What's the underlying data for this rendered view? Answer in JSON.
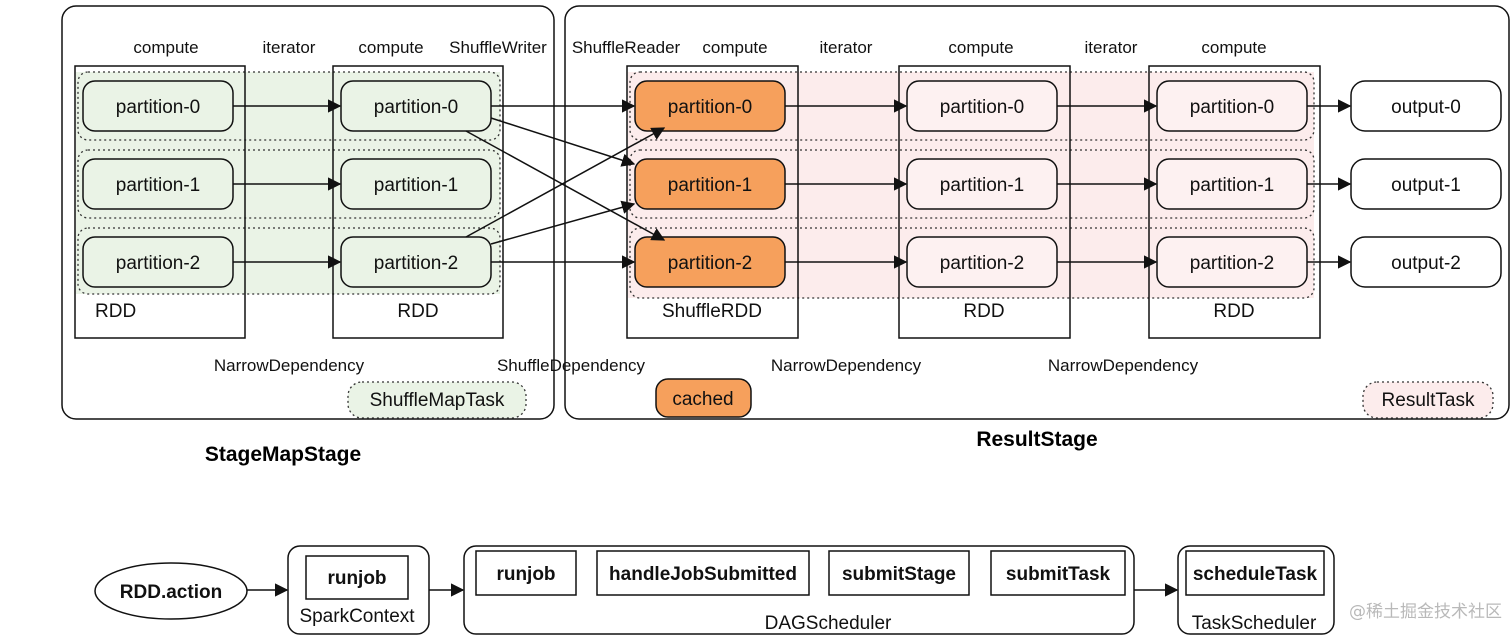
{
  "colors": {
    "map_stage_fill": "#eaf3e6",
    "result_stage_fill": "#fcecec",
    "cached_fill": "#f6a05c",
    "stroke": "#111111"
  },
  "map_stage": {
    "title": "StageMapStage",
    "task_label": "ShuffleMapTask",
    "dependency_label": "NarrowDependency",
    "top_labels": {
      "compute_1": "compute",
      "iterator": "iterator",
      "compute_2": "compute",
      "shuffle_writer": "ShuffleWriter"
    },
    "rdd1": {
      "label": "RDD",
      "partitions": [
        "partition-0",
        "partition-1",
        "partition-2"
      ]
    },
    "rdd2": {
      "label": "RDD",
      "partitions": [
        "partition-0",
        "partition-1",
        "partition-2"
      ]
    }
  },
  "shuffle_dependency_label": "ShuffleDependency",
  "result_stage": {
    "title": "ResultStage",
    "task_label": "ResultTask",
    "cached_label": "cached",
    "top_labels": {
      "shuffle_reader": "ShuffleReader",
      "compute_1": "compute",
      "iterator_1": "iterator",
      "compute_2": "compute",
      "iterator_2": "iterator",
      "compute_3": "compute"
    },
    "dependency_labels": [
      "NarrowDependency",
      "NarrowDependency"
    ],
    "shuffle_rdd": {
      "label": "ShuffleRDD",
      "partitions": [
        "partition-0",
        "partition-1",
        "partition-2"
      ]
    },
    "rdd2": {
      "label": "RDD",
      "partitions": [
        "partition-0",
        "partition-1",
        "partition-2"
      ]
    },
    "rdd3": {
      "label": "RDD",
      "partitions": [
        "partition-0",
        "partition-1",
        "partition-2"
      ]
    },
    "outputs": [
      "output-0",
      "output-1",
      "output-2"
    ]
  },
  "flow": {
    "action": "RDD.action",
    "spark_context": {
      "label": "SparkContext",
      "method": "runjob"
    },
    "dag_scheduler": {
      "label": "DAGScheduler",
      "methods": [
        "runjob",
        "handleJobSubmitted",
        "submitStage",
        "submitTask"
      ]
    },
    "task_scheduler": {
      "label": "TaskScheduler",
      "method": "scheduleTask"
    }
  },
  "watermark": "@稀土掘金技术社区"
}
